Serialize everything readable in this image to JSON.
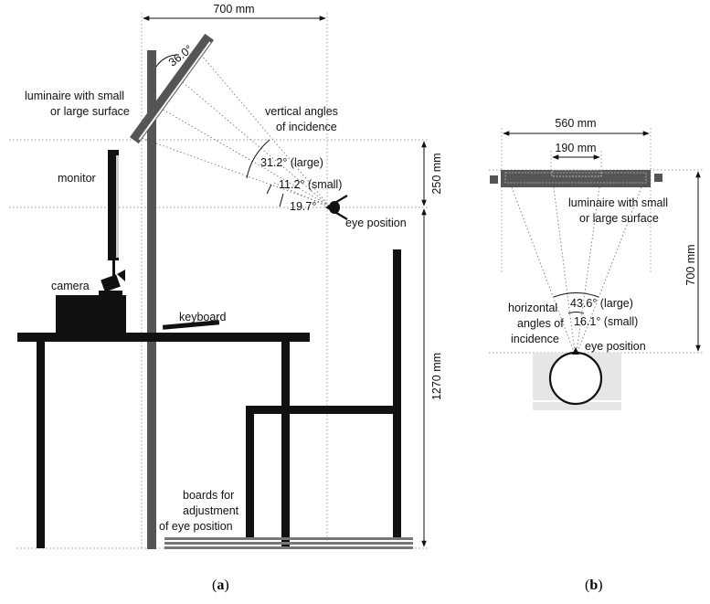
{
  "panel_a": {
    "caption": "(a)",
    "dim_top": "700 mm",
    "dim_250": "250 mm",
    "dim_1270": "1270 mm",
    "angle_tilt": "36.0°",
    "label_luminaire_1": "luminaire with small",
    "label_luminaire_2": "or large surface",
    "label_vertical_1": "vertical angles",
    "label_vertical_2": "of incidence",
    "angle_large": "31.2° (large)",
    "angle_small": "11.2° (small)",
    "angle_eye": "19.7°",
    "label_eye": "eye position",
    "label_monitor": "monitor",
    "label_camera": "camera",
    "label_keyboard": "keyboard",
    "label_boards_1": "boards for",
    "label_boards_2": "adjustment",
    "label_boards_3": "of eye position"
  },
  "panel_b": {
    "caption": "(b)",
    "dim_560": "560 mm",
    "dim_190": "190 mm",
    "dim_700": "700 mm",
    "label_luminaire_1": "luminaire with small",
    "label_luminaire_2": "or large surface",
    "label_horizontal_1": "horizontal",
    "label_horizontal_2": "angles of",
    "label_horizontal_3": "incidence",
    "angle_large": "43.6° (large)",
    "angle_small": "16.1° (small)",
    "label_eye": "eye position"
  }
}
